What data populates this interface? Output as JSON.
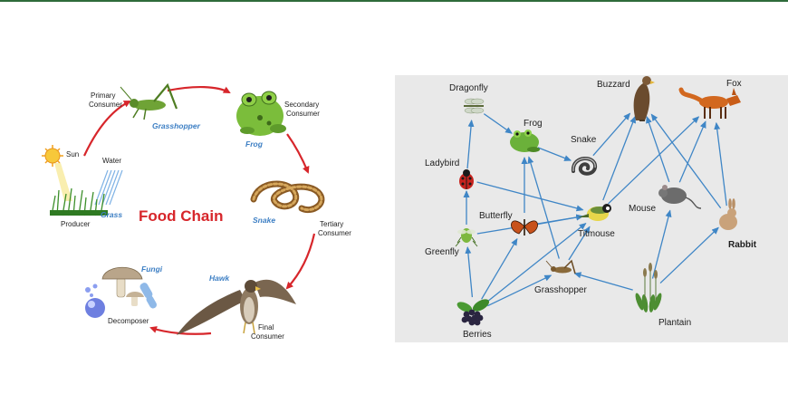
{
  "food_chain": {
    "title": "Food Chain",
    "labels": {
      "primary_consumer": "Primary\nConsumer",
      "grasshopper": "Grasshopper",
      "secondary_consumer": "Secondary\nConsumer",
      "frog": "Frog",
      "sun": "Sun",
      "water": "Water",
      "grass": "Grass",
      "producer": "Producer",
      "snake": "Snake",
      "tertiary_consumer": "Tertiary\nConsumer",
      "fungi": "Fungi",
      "hawk": "Hawk",
      "decomposer": "Decomposer",
      "final_consumer": "Final\nConsumer"
    },
    "colors": {
      "arrow": "#d7262b",
      "blue_label": "#3d7fc4",
      "title": "#d7262b"
    }
  },
  "food_web": {
    "nodes": [
      {
        "id": "dragonfly",
        "label": "Dragonfly",
        "icon": "dragonfly-icon"
      },
      {
        "id": "frog",
        "label": "Frog",
        "icon": "frog-icon"
      },
      {
        "id": "buzzard",
        "label": "Buzzard",
        "icon": "buzzard-icon"
      },
      {
        "id": "fox",
        "label": "Fox",
        "icon": "fox-icon"
      },
      {
        "id": "snake",
        "label": "Snake",
        "icon": "snake-icon"
      },
      {
        "id": "ladybird",
        "label": "Ladybird",
        "icon": "ladybird-icon"
      },
      {
        "id": "mouse",
        "label": "Mouse",
        "icon": "mouse-icon"
      },
      {
        "id": "butterfly",
        "label": "Butterfly",
        "icon": "butterfly-icon"
      },
      {
        "id": "titmouse",
        "label": "Titmouse",
        "icon": "bird-icon"
      },
      {
        "id": "rabbit",
        "label": "Rabbit",
        "icon": "rabbit-icon"
      },
      {
        "id": "greenfly",
        "label": "Greenfly",
        "icon": "greenfly-icon"
      },
      {
        "id": "grasshopper",
        "label": "Grasshopper",
        "icon": "grasshopper-icon"
      },
      {
        "id": "berries",
        "label": "Berries",
        "icon": "berries-icon"
      },
      {
        "id": "plantain",
        "label": "Plantain",
        "icon": "plantain-icon"
      }
    ],
    "edges": [
      [
        "greenfly",
        "ladybird"
      ],
      [
        "ladybird",
        "dragonfly"
      ],
      [
        "dragonfly",
        "frog"
      ],
      [
        "frog",
        "snake"
      ],
      [
        "snake",
        "buzzard"
      ],
      [
        "titmouse",
        "buzzard"
      ],
      [
        "titmouse",
        "fox"
      ],
      [
        "mouse",
        "buzzard"
      ],
      [
        "mouse",
        "fox"
      ],
      [
        "rabbit",
        "fox"
      ],
      [
        "rabbit",
        "buzzard"
      ],
      [
        "ladybird",
        "titmouse"
      ],
      [
        "butterfly",
        "frog"
      ],
      [
        "grasshopper",
        "frog"
      ],
      [
        "grasshopper",
        "titmouse"
      ],
      [
        "berries",
        "greenfly"
      ],
      [
        "berries",
        "butterfly"
      ],
      [
        "berries",
        "titmouse"
      ],
      [
        "berries",
        "grasshopper"
      ],
      [
        "plantain",
        "mouse"
      ],
      [
        "plantain",
        "rabbit"
      ],
      [
        "plantain",
        "grasshopper"
      ],
      [
        "greenfly",
        "titmouse"
      ],
      [
        "butterfly",
        "titmouse"
      ]
    ],
    "colors": {
      "arrow": "#3f86c6",
      "background": "#e9e9e9"
    }
  }
}
